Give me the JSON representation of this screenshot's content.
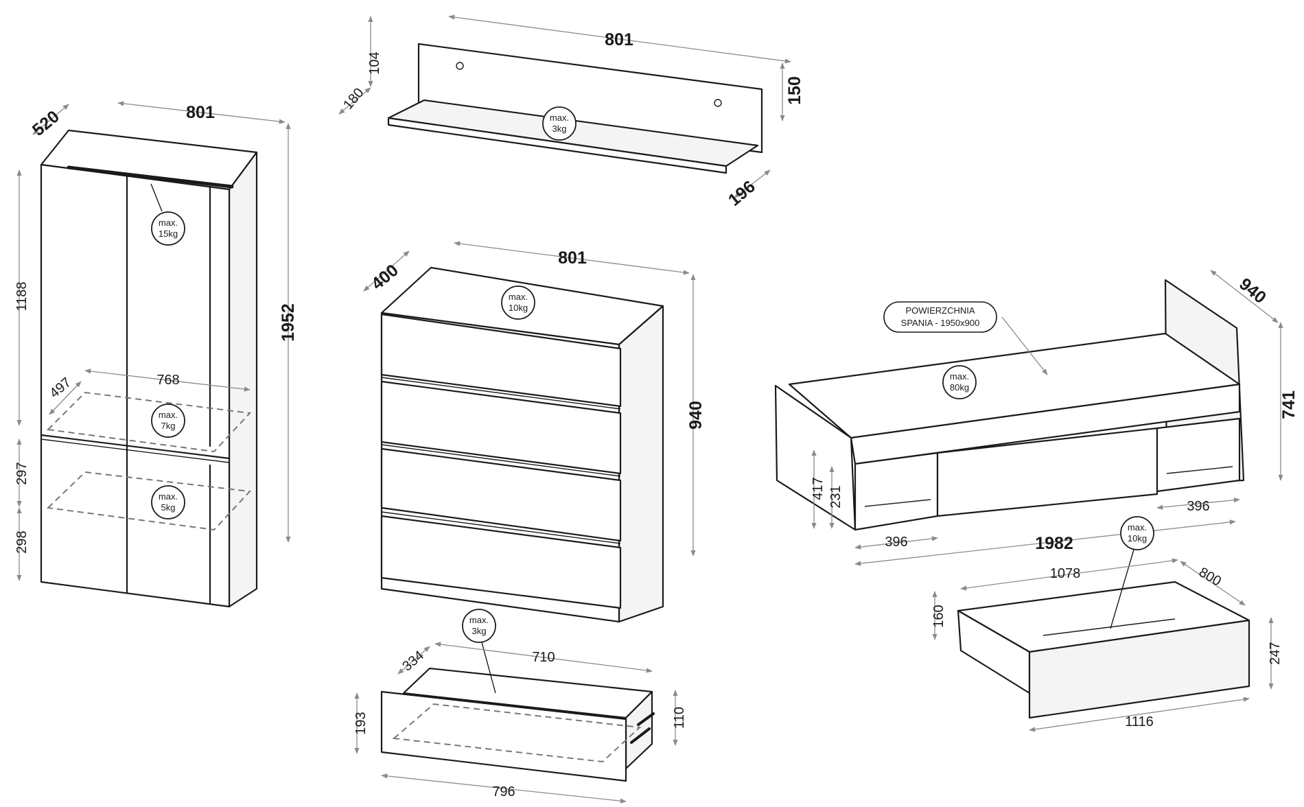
{
  "wardrobe": {
    "width": "801",
    "depth": "520",
    "height": "1952",
    "upper_section": "1188",
    "shelf_width": "768",
    "shelf_depth": "497",
    "lower_mid": "297",
    "lower_bottom": "298",
    "rail_load": [
      "max.",
      "15kg"
    ],
    "shelf_load_upper": [
      "max.",
      "7kg"
    ],
    "shelf_load_lower": [
      "max.",
      "5kg"
    ]
  },
  "wall_shelf": {
    "width": "801",
    "back_height": "104",
    "board_depth": "180",
    "total_height": "150",
    "depth": "196",
    "load": [
      "max.",
      "3kg"
    ]
  },
  "dresser": {
    "width": "801",
    "depth": "400",
    "height": "940",
    "top_load": [
      "max.",
      "10kg"
    ]
  },
  "dresser_drawer": {
    "inner_length": "710",
    "inner_depth": "334",
    "front_height": "193",
    "side_height": "110",
    "front_width": "796",
    "load": [
      "max.",
      "3kg"
    ]
  },
  "bed": {
    "label_line1": "POWIERZCHNIA",
    "label_line2": "SPANIA - 1950x900",
    "width": "940",
    "height": "741",
    "length": "1982",
    "side_height": "417",
    "shelf_height": "231",
    "niche_left": "396",
    "niche_right": "396",
    "load": [
      "max.",
      "80kg"
    ]
  },
  "bed_drawer": {
    "length": "1078",
    "depth": "800",
    "side_height": "160",
    "front_height": "247",
    "front_width": "1116",
    "load": [
      "max.",
      "10kg"
    ]
  },
  "colors": {
    "line": "#1a1a1a",
    "dimension": "#8a8a8a",
    "dashed_shelf": "#777777",
    "background": "#ffffff"
  }
}
